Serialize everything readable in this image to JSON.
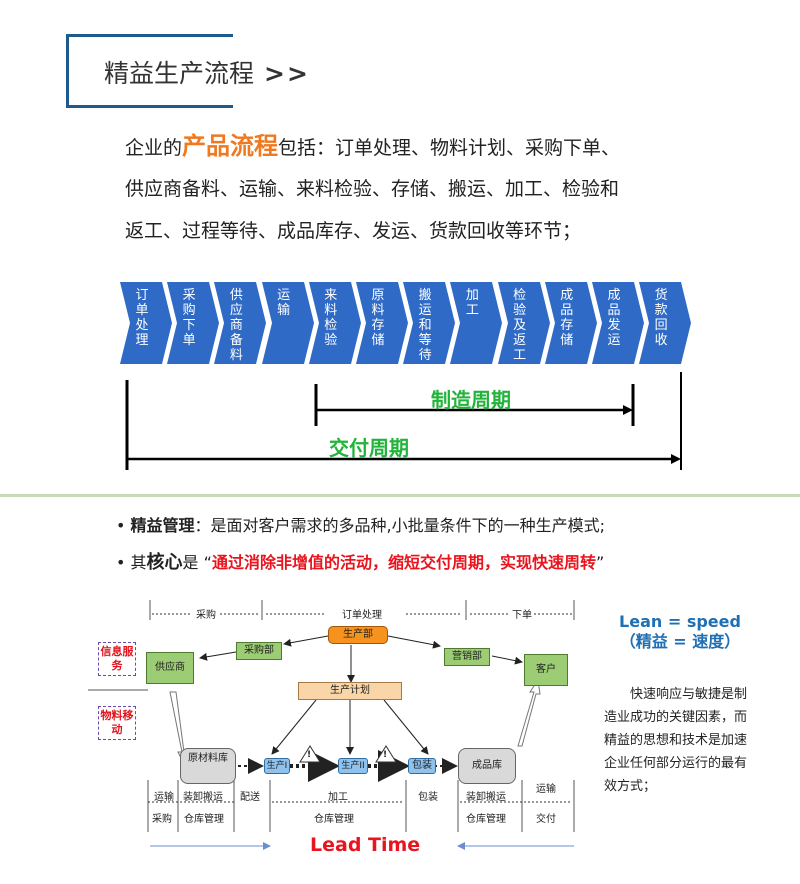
{
  "header": {
    "title": "精益生产流程",
    "arrows": ">>"
  },
  "intro": {
    "line1_prefix": "企业的",
    "line1_highlight": "产品流程",
    "line1_suffix": "包括：订单处理、物料计划、采购下单、",
    "line2": "供应商备料、运输、来料检验、存储、搬运、加工、检验和",
    "line3": "返工、过程等待、成品库存、发运、货款回收等环节；"
  },
  "process_steps": [
    "订单处理",
    "采购下单",
    "供应商备料",
    "运输",
    "来料检验",
    "原料存储",
    "搬运和等待",
    "加工",
    "检验及返工",
    "成品存储",
    "成品发运",
    "货款回收"
  ],
  "cycles": {
    "manufacturing": "制造周期",
    "delivery": "交付周期"
  },
  "bullets": {
    "b1_term": "精益管理",
    "b1_text": "：是面对客户需求的多品种,小批量条件下的一种生产模式;",
    "b2_prefix": "其",
    "b2_term": "核心",
    "b2_mid": "是 “",
    "b2_red": "通过消除非增值的活动，缩短交付周期，实现快速周转",
    "b2_end": "”"
  },
  "flow": {
    "top_sections": [
      "采购",
      "订单处理",
      "下单"
    ],
    "side_labels": [
      "信息服务",
      "物料移动"
    ],
    "production_dept": "生产部",
    "purchasing_dept": "采购部",
    "sales_dept": "营销部",
    "supplier": "供应商",
    "customer": "客户",
    "production_plan": "生产计划",
    "raw_store": "原材料库",
    "process1": "生产I",
    "process2": "生产II",
    "packing": "包装",
    "finished_store": "成品库",
    "bottom_top_row": [
      "运输",
      "装卸搬运",
      "配送",
      "加工",
      "包装",
      "装卸搬运",
      "运输"
    ],
    "bottom_bottom_row": [
      "采购",
      "仓库管理",
      "仓库管理",
      "仓库管理",
      "交付"
    ],
    "lead_time": "Lead Time",
    "warning_glyph": "!"
  },
  "lean": {
    "title1": "Lean = speed",
    "title2": "（精益 = 速度）",
    "text": "快速响应与敏捷是制造业成功的关键因素，而精益的思想和技术是加速企业任何部分运行的最有效方式；"
  },
  "colors": {
    "chevron": "#2f6bc6",
    "accent_orange": "#f0781e",
    "cycle_green": "#22b33a",
    "red": "#e8141e",
    "frame_blue": "#1f5a8c"
  }
}
